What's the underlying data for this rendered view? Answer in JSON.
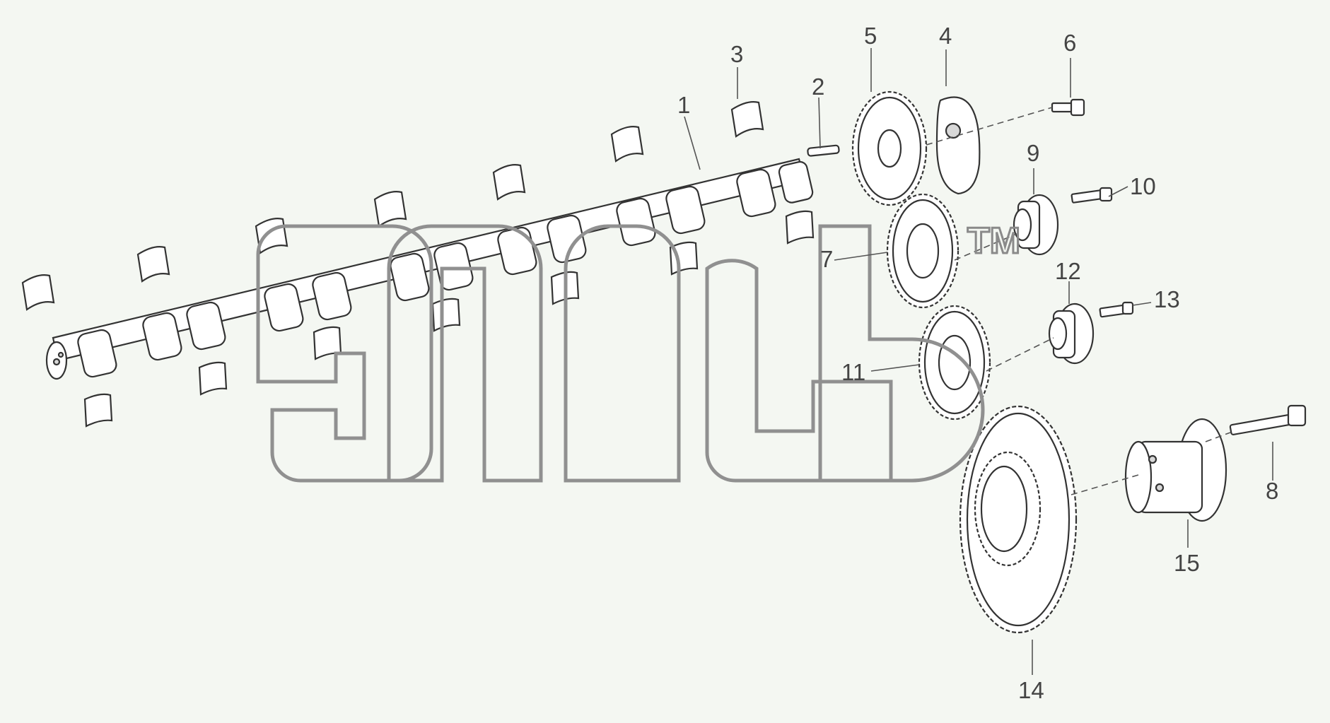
{
  "callouts": [
    {
      "id": "1",
      "label": "1"
    },
    {
      "id": "2",
      "label": "2"
    },
    {
      "id": "3",
      "label": "3"
    },
    {
      "id": "4",
      "label": "4"
    },
    {
      "id": "5",
      "label": "5"
    },
    {
      "id": "6",
      "label": "6"
    },
    {
      "id": "7",
      "label": "7"
    },
    {
      "id": "8",
      "label": "8"
    },
    {
      "id": "9",
      "label": "9"
    },
    {
      "id": "10",
      "label": "10"
    },
    {
      "id": "11",
      "label": "11"
    },
    {
      "id": "12",
      "label": "12"
    },
    {
      "id": "13",
      "label": "13"
    },
    {
      "id": "14",
      "label": "14"
    },
    {
      "id": "15",
      "label": "15"
    }
  ],
  "watermark": {
    "trademark": "TM"
  },
  "colors": {
    "line": "#333333",
    "background": "#f4f7f2",
    "watermark": "#909090"
  }
}
